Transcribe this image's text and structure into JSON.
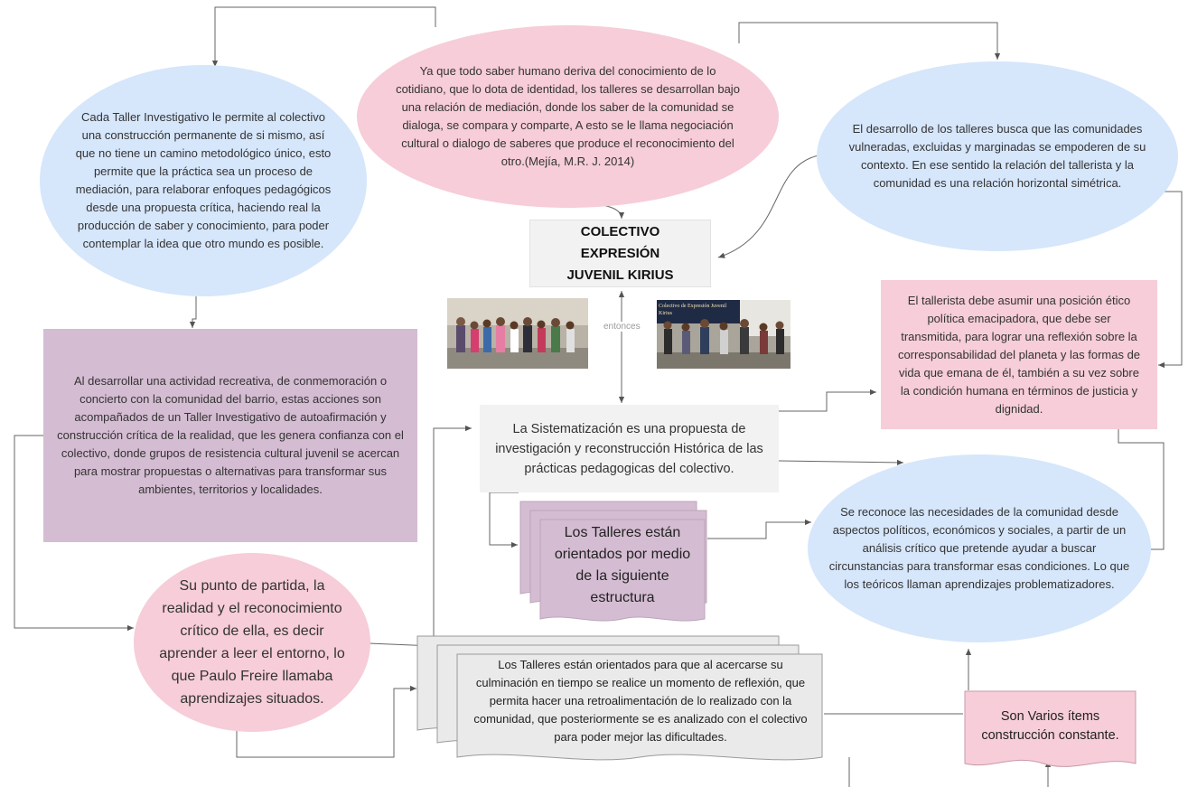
{
  "title_box": {
    "line1": "COLECTIVO",
    "line2": "EXPRESIÓN",
    "line3": "JUVENIL KIRIUS"
  },
  "nodes": {
    "top_center": "Ya que todo saber humano deriva del conocimiento de lo cotidiano, que lo dota de identidad, los talleres se desarrollan bajo una relación de mediación, donde los saber de la comunidad se dialoga, se compara y comparte, A esto se le llama negociación cultural o dialogo de saberes que produce el reconocimiento del otro.(Mejía, M.R. J. 2014)",
    "top_left": "Cada Taller Investigativo le permite al colectivo una construcción permanente de si mismo, así que no tiene un camino metodológico único, esto permite que la práctica sea un proceso de mediación, para relaborar enfoques pedagógicos desde una propuesta crítica, haciendo real la producción de saber y conocimiento, para poder contemplar la idea que otro mundo es posible.",
    "top_right": "El desarrollo de los talleres busca que las comunidades vulneradas, excluidas y marginadas se empoderen de su contexto. En ese sentido la relación del tallerista y la comunidad es una relación horizontal simétrica.",
    "middle_left": "Al desarrollar una actividad recreativa, de conmemoración o concierto con la comunidad del barrio, estas acciones son acompañados de un Taller Investigativo de autoafirmación y construcción crítica de la realidad, que les genera confianza con el colectivo, donde grupos de resistencia cultural juvenil se acercan para mostrar propuestas o alternativas para transformar sus ambientes, territorios y localidades.",
    "right_pink": "El tallerista debe asumir una posición ético política emacipadora, que debe ser transmitida, para lograr una reflexión sobre la corresponsabilidad del planeta y las formas de vida que emana de él, también a su vez sobre la condición humana en términos de justicia y dignidad.",
    "center_gray": "La Sistematización es una propuesta de investigación y reconstrucción Histórica de las prácticas pedagogicas del colectivo.",
    "purple_doc": "Los Talleres están orientados por medio de la siguiente estructura",
    "right_blue": "Se reconoce las necesidades de la comunidad desde aspectos políticos, económicos y sociales, a partir de un análisis crítico que pretende ayudar a buscar circunstancias para transformar esas condiciones. Lo que los teóricos llaman aprendizajes problematizadores.",
    "bottom_left": "Su punto de partida, la realidad y el reconocimiento crítico de ella, es decir aprender a leer el entorno, lo que Paulo Freire llamaba aprendizajes situados.",
    "bottom_gray_doc": "Los Talleres están orientados para que al acercarse su culminación en tiempo se realice un momento de reflexión, que permita hacer una retroalimentación de lo realizado con la comunidad, que posteriormente se es analizado con el colectivo para poder mejor las dificultades.",
    "bottom_right": "Son Varios ítems construcción constante."
  },
  "connector_label": "entonces",
  "photo2_caption": "Colectivo de Expresión Juvenil Kirius",
  "colors": {
    "blue": "#d6e6fb",
    "pink": "#f6cdd8",
    "mauve": "#d4bcd2",
    "gray": "#f2f2f2",
    "line": "#555555"
  }
}
